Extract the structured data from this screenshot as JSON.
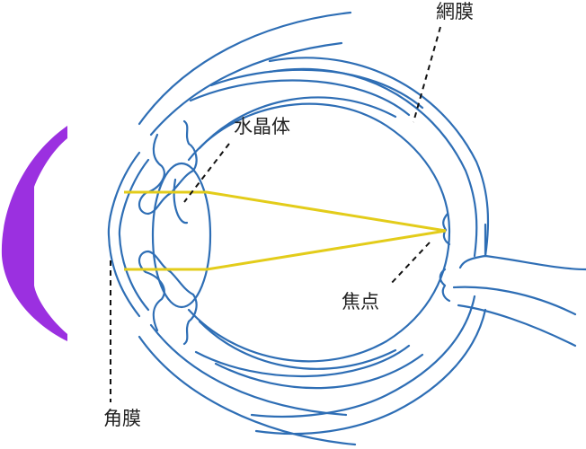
{
  "labels": {
    "retina": "網膜",
    "lens": "水晶体",
    "focus": "焦点",
    "cornea": "角膜"
  },
  "colors": {
    "eye_outline": "#2e6eb5",
    "light_ray": "#e3cc1a",
    "contact_lens": "#9b30e0",
    "leader_line": "#111111",
    "label_text": "#222222"
  }
}
